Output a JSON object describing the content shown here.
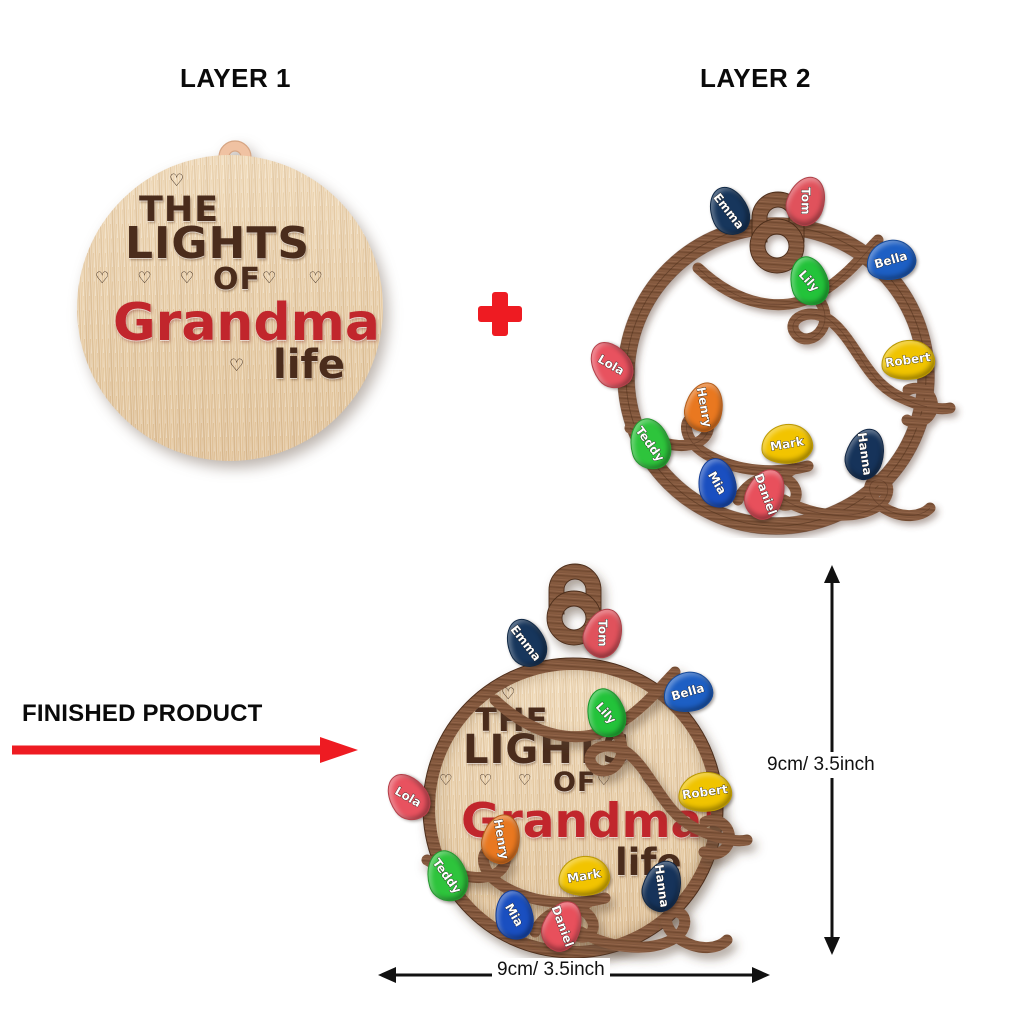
{
  "headings": {
    "layer1": "LAYER 1",
    "layer2": "LAYER 2",
    "finished": "FINISHED PRODUCT"
  },
  "symbols": {
    "plus": "+",
    "arrow": "arrow-right"
  },
  "ornament_text": {
    "line1": "THE",
    "line2": "LIGHTS",
    "line3": "OF",
    "line4": "Grandma's",
    "line5": "life",
    "heart": "♡"
  },
  "colors": {
    "accent_red": "#ee1b22",
    "text_red": "#c1262c",
    "text_brown": "#4a2c1c",
    "wood_light": "#e8cfa8",
    "wood_dark": "#80563c"
  },
  "dimensions": {
    "height_label": "9cm/ 3.5inch",
    "width_label": "9cm/ 3.5inch"
  },
  "bulbs": [
    {
      "name": "Emma",
      "color": "#17365c"
    },
    {
      "name": "Tom",
      "color": "#e0525c"
    },
    {
      "name": "Lily",
      "color": "#23c33a"
    },
    {
      "name": "Bella",
      "color": "#1d5fc4"
    },
    {
      "name": "Robert",
      "color": "#f0c400"
    },
    {
      "name": "Lola",
      "color": "#e8525f"
    },
    {
      "name": "Henry",
      "color": "#e97820"
    },
    {
      "name": "Teddy",
      "color": "#2ec43c"
    },
    {
      "name": "Mark",
      "color": "#f2c400"
    },
    {
      "name": "Hanna",
      "color": "#16335a"
    },
    {
      "name": "Mia",
      "color": "#1a4fc0"
    },
    {
      "name": "Daniel",
      "color": "#e8505c"
    }
  ]
}
